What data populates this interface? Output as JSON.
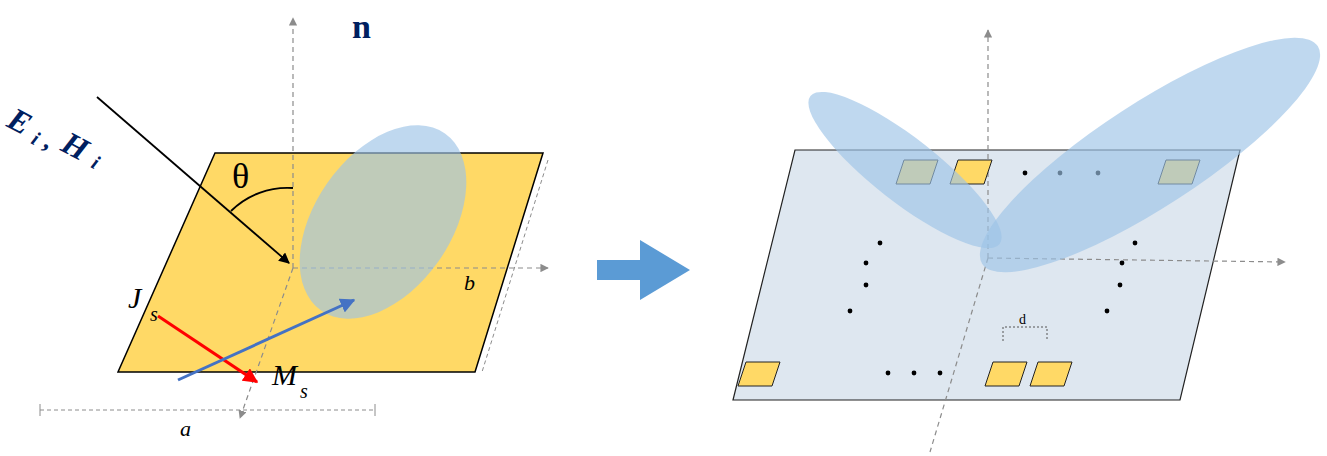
{
  "diagram": {
    "labels": [
      "n",
      "E",
      "i",
      ",",
      "H",
      "i",
      "θ",
      "J",
      "s",
      "M",
      "s",
      "a",
      "b",
      "d"
    ]
  }
}
